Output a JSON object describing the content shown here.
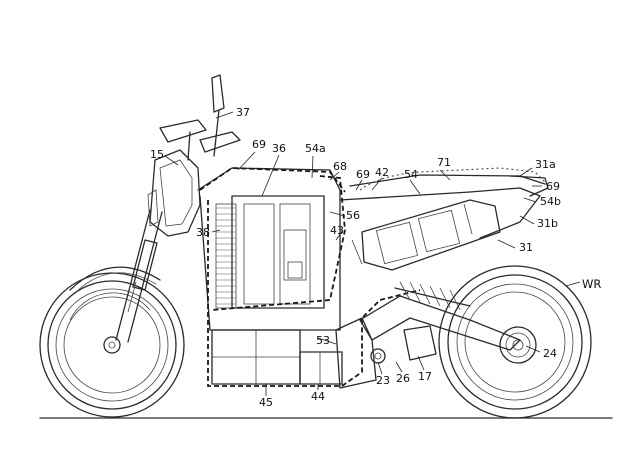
{
  "labels": {
    "l15": "15",
    "l24": "24",
    "l23": "23",
    "l26": "26",
    "l17": "17",
    "l31": "31",
    "l31a": "31a",
    "l31b": "31b",
    "l36": "36",
    "l37": "37",
    "l38": "38",
    "l42": "42",
    "l43": "43",
    "l44": "44",
    "l45": "45",
    "l53": "53",
    "l54": "54",
    "l54a": "54a",
    "l54b": "54b",
    "l56": "56",
    "l68": "68",
    "l69a": "69",
    "l69b": "69",
    "l69c": "69",
    "l71": "71",
    "lWR": "WR"
  }
}
